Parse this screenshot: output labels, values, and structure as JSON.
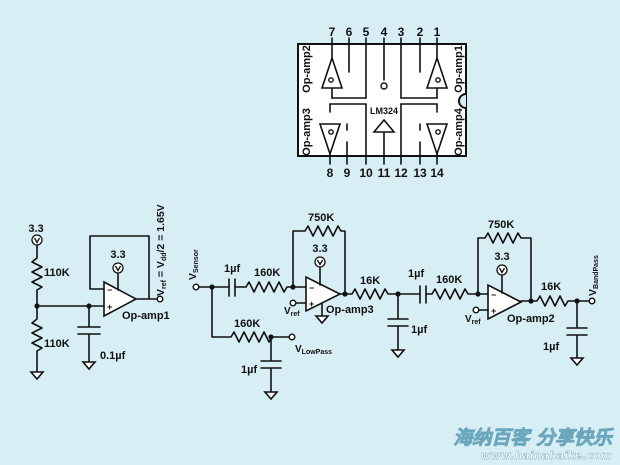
{
  "chip": {
    "name": "LM324",
    "top_pins": [
      "7",
      "6",
      "5",
      "4",
      "3",
      "2",
      "1"
    ],
    "bottom_pins": [
      "8",
      "9",
      "10",
      "11",
      "12",
      "13",
      "14"
    ],
    "amp_labels": {
      "op2": "Op-amp2",
      "op1": "Op-amp1",
      "op3": "Op-amp3",
      "op4": "Op-amp4"
    }
  },
  "divider": {
    "supply": "3.3",
    "r_top": "110K",
    "r_bottom": "110K",
    "cap": "0.1µf",
    "amp_supply": "3.3",
    "amp_label": "Op-amp1",
    "vref_main": "V",
    "vref_sub": "ref",
    "vref_formula": " = V",
    "vref_sub2": "dd",
    "vref_tail": "/2 = 1.65V"
  },
  "lowpass": {
    "vsensor_main": "V",
    "vsensor_sub": "Sensor",
    "c_in": "1µf",
    "r_in": "160K",
    "r_fb": "750K",
    "amp_supply": "3.3",
    "vref_main": "V",
    "vref_sub": "ref",
    "amp_label": "Op-amp3",
    "r_lp": "160K",
    "vlow_main": "V",
    "vlow_sub": "LowPass",
    "c_lp": "1µf",
    "r_out": "16K",
    "c_out": "1µf"
  },
  "bandpass": {
    "c_in": "1µf",
    "r_in": "160K",
    "r_fb": "750K",
    "amp_supply": "3.3",
    "vref_main": "V",
    "vref_sub": "ref",
    "amp_label": "Op-amp2",
    "r_out": "16K",
    "vout_main": "V",
    "vout_sub": "BandPass",
    "c_out": "1µf"
  },
  "watermark": {
    "cn": "海纳百客 分享快乐",
    "url": "www.hainabaike.com"
  }
}
